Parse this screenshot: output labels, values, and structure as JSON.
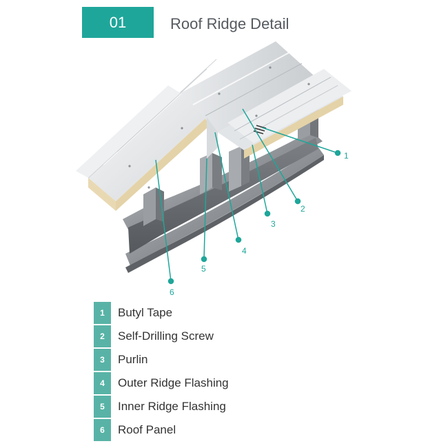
{
  "header": {
    "number": "01",
    "title": "Roof Ridge Detail"
  },
  "colors": {
    "accent": "#1fa69a",
    "legend_badge": "#58b3a6"
  },
  "callouts": [
    "1",
    "2",
    "3",
    "4",
    "5",
    "6"
  ],
  "legend": [
    {
      "num": "1",
      "label": "Butyl Tape"
    },
    {
      "num": "2",
      "label": "Self-Drilling Screw"
    },
    {
      "num": "3",
      "label": "Purlin"
    },
    {
      "num": "4",
      "label": "Outer Ridge Flashing"
    },
    {
      "num": "5",
      "label": "Inner Ridge Flashing"
    },
    {
      "num": "6",
      "label": "Roof Panel"
    }
  ]
}
